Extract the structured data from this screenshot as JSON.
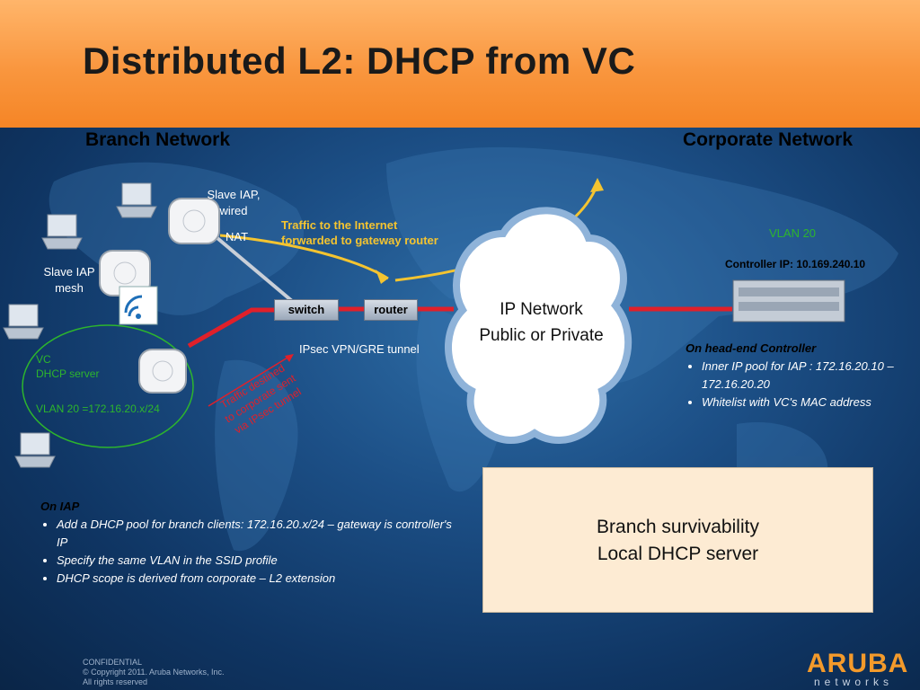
{
  "title": "Distributed L2: DHCP from VC",
  "branch_heading": "Branch Network",
  "corporate_heading": "Corporate Network",
  "labels": {
    "slave_iap_wired_1": "Slave IAP,",
    "slave_iap_wired_2": "wired",
    "nat": "NAT",
    "traffic_internet_1": "Traffic to the Internet",
    "traffic_internet_2": "forwarded to gateway router",
    "slave_iap_mesh_1": "Slave IAP",
    "slave_iap_mesh_2": "mesh",
    "switch": "switch",
    "router": "router",
    "ip_network_1": "IP Network",
    "ip_network_2": "Public or Private",
    "tunnel": "IPsec VPN/GRE  tunnel",
    "vc": "VC",
    "dhcp_server": "DHCP server",
    "vlan_branch": "VLAN 20 =172.16.20.x/24",
    "traffic_corp_1": "Traffic destined",
    "traffic_corp_2": "to corporate sent",
    "traffic_corp_3": "via IPsec tunnel",
    "vlan_corp": "VLAN 20",
    "controller_ip": "Controller IP: 10.169.240.10"
  },
  "head_end": {
    "title": "On head-end Controller",
    "bullets": [
      "Inner IP pool for IAP : 172.16.20.10 – 172.16.20.20",
      "Whitelist with VC's MAC address"
    ]
  },
  "on_iap": {
    "title": "On IAP",
    "bullets": [
      "Add a DHCP pool for branch clients: 172.16.20.x/24 – gateway is controller's IP",
      "Specify the same VLAN in the SSID profile",
      "DHCP scope is derived from corporate – L2 extension"
    ]
  },
  "callout": {
    "line1": "Branch survivability",
    "line2": "Local DHCP server"
  },
  "footer": {
    "line1": "CONFIDENTIAL",
    "line2": "© Copyright 2011. Aruba Networks, Inc.",
    "line3": "All rights reserved"
  },
  "logo": {
    "name": "ARUBA",
    "sub": "networks"
  },
  "colors": {
    "header_orange": "#f58526",
    "link_red": "#e0202a",
    "internet_arrow": "#f4c430",
    "vlan_green": "#2db52d"
  }
}
